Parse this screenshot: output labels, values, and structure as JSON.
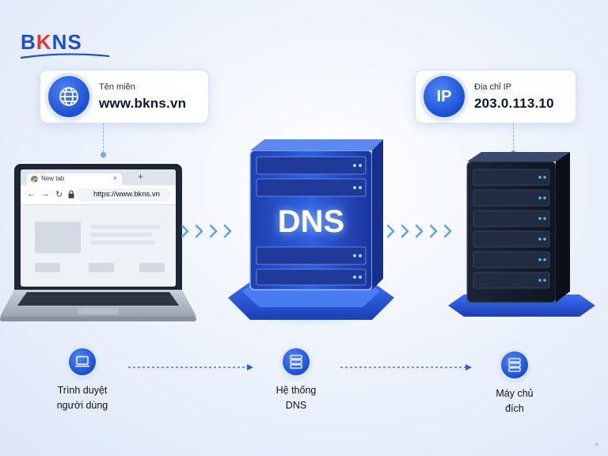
{
  "brand": {
    "logo_part1": "B",
    "logo_part2": "K",
    "logo_part3": "NS"
  },
  "domain_card": {
    "label": "Tên miền",
    "value": "www.bkns.vn",
    "icon": "globe-icon"
  },
  "ip_card": {
    "label": "Địa chỉ IP",
    "value": "203.0.113.10",
    "badge_text": "IP"
  },
  "browser": {
    "tab_title": "New tab",
    "new_tab_symbol": "+",
    "tab_close": "×",
    "url": "https://www.bkns.vn"
  },
  "dns_tower": {
    "label": "DNS"
  },
  "steps": [
    {
      "line1": "Trình duyệt",
      "line2": "người dùng",
      "icon": "laptop-icon"
    },
    {
      "line1": "Hệ thống",
      "line2": "DNS",
      "icon": "server-stack-icon"
    },
    {
      "line1": "Máy chủ",
      "line2": "đích",
      "icon": "server-icon"
    }
  ],
  "colors": {
    "accent": "#1b4fd3",
    "brand_red": "#e23a32",
    "glow": "#5aa0ff"
  }
}
